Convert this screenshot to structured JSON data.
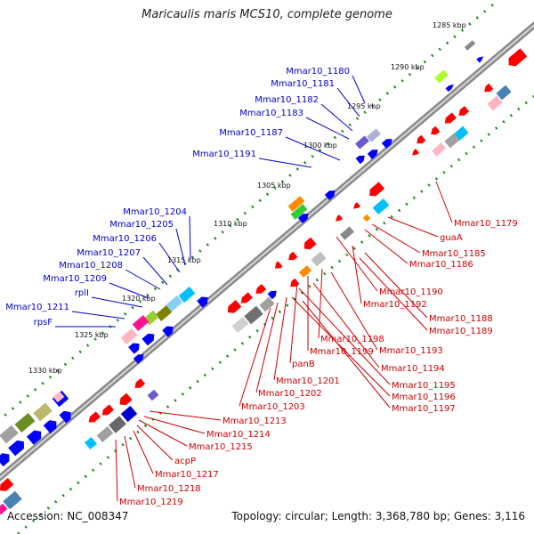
{
  "title": "Maricaulis maris MCS10, complete genome",
  "footer": {
    "accession": "Accession: NC_008347",
    "topology": "Topology: circular; Length: 3,368,780 bp; Genes: 3,116"
  },
  "colors": {
    "forward_label": "#0000cc",
    "reverse_label": "#cc0000",
    "backbone": "#8a8a8a",
    "tick": "#228b22"
  },
  "kbp_ticks": [
    "1285 kbp",
    "1290 kbp",
    "1295 kbp",
    "1300 kbp",
    "1305 kbp",
    "1310 kbp",
    "1315 kbp",
    "1320 kbp",
    "1325 kbp",
    "1330 kbp"
  ],
  "forward_genes": [
    "Mmar10_1180",
    "Mmar10_1181",
    "Mmar10_1182",
    "Mmar10_1183",
    "Mmar10_1187",
    "Mmar10_1191",
    "Mmar10_1204",
    "Mmar10_1205",
    "Mmar10_1206",
    "Mmar10_1207",
    "Mmar10_1208",
    "Mmar10_1209",
    "rplI",
    "Mmar10_1211",
    "rpsF"
  ],
  "reverse_genes": [
    "Mmar10_1179",
    "guaA",
    "Mmar10_1185",
    "Mmar10_1186",
    "Mmar10_1190",
    "Mmar10_1192",
    "Mmar10_1188",
    "Mmar10_1189",
    "Mmar10_1198",
    "Mmar10_1193",
    "Mmar10_1199",
    "Mmar10_1194",
    "panB",
    "Mmar10_1195",
    "Mmar10_1201",
    "Mmar10_1196",
    "Mmar10_1202",
    "Mmar10_1197",
    "Mmar10_1203",
    "Mmar10_1213",
    "Mmar10_1214",
    "Mmar10_1215",
    "acpP",
    "Mmar10_1217",
    "Mmar10_1218",
    "Mmar10_1219"
  ]
}
